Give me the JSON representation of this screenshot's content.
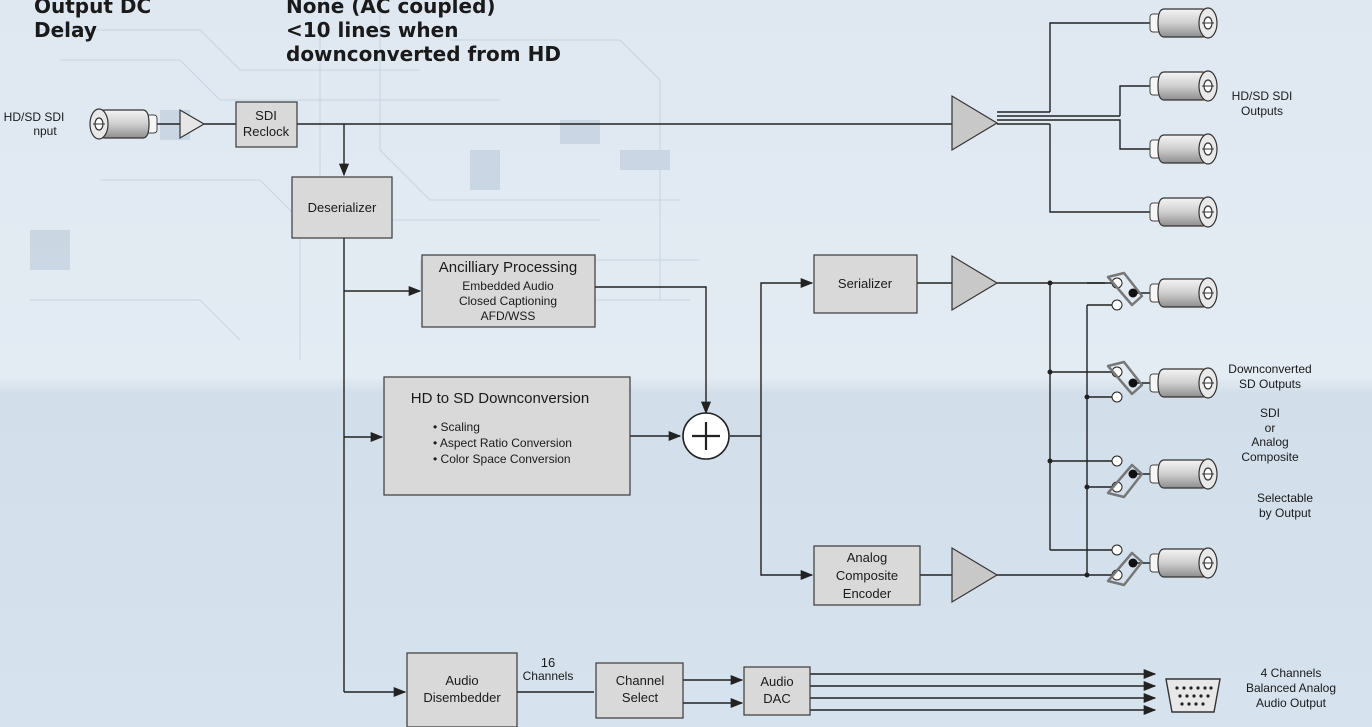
{
  "specs": {
    "labels": [
      "Output DC",
      "Delay"
    ],
    "values": [
      "None (AC coupled)",
      "<10 lines when",
      "downconverted from HD"
    ]
  },
  "input_label": [
    "HD/SD SDI",
    "nput"
  ],
  "blocks": {
    "sdi_reclock": [
      "SDI",
      "Reclock"
    ],
    "deserializer": "Deserializer",
    "ancillary": {
      "title": "Ancilliary Processing",
      "items": [
        "Embedded Audio",
        "Closed Captioning",
        "AFD/WSS"
      ]
    },
    "downconversion": {
      "title": "HD to SD Downconversion",
      "items": [
        "• Scaling",
        "• Aspect Ratio Conversion",
        "• Color Space Conversion"
      ]
    },
    "serializer": "Serializer",
    "analog_encoder": [
      "Analog",
      "Composite",
      "Encoder"
    ],
    "audio_disembedder": [
      "Audio",
      "Disembedder"
    ],
    "channel_select": [
      "Channel",
      "Select"
    ],
    "audio_dac": [
      "Audio",
      "DAC"
    ]
  },
  "annotations": {
    "channels_16": [
      "16",
      "Channels"
    ],
    "hd_sd_outputs": [
      "HD/SD SDI",
      "Outputs"
    ],
    "downconverted": [
      "Downconverted",
      "SD Outputs",
      "SDI",
      "or",
      "Analog",
      "Composite",
      "Selectable",
      "by Output"
    ],
    "audio_output": [
      "4 Channels",
      "Balanced Analog",
      "Audio Output"
    ]
  },
  "colors": {
    "background_top": "#dfe8f1",
    "background_bottom": "#d2dfeb",
    "block_fill": "#d9d9d9",
    "line": "#222222"
  }
}
